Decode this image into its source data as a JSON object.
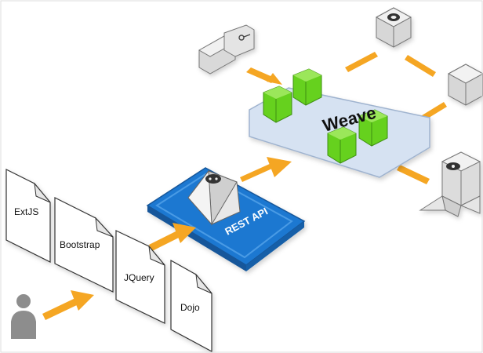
{
  "diagram": {
    "platform_label": "Weave",
    "api_label": "REST API",
    "frameworks": [
      {
        "label": "ExtJS"
      },
      {
        "label": "Bootstrap"
      },
      {
        "label": "JQuery"
      },
      {
        "label": "Dojo"
      }
    ],
    "colors": {
      "arrow": "#f5a623",
      "api_blue": "#1f78d1",
      "api_blue_dark": "#14579a",
      "weave_panel": "#d6e2f2",
      "cube_green": "#66d11e",
      "node_gray": "#cfcfcf",
      "user_gray": "#8d8d8d"
    },
    "icons": [
      "user-icon",
      "key-icon",
      "gear-icon",
      "cube-icon",
      "rocket-icon",
      "network-icon"
    ]
  }
}
